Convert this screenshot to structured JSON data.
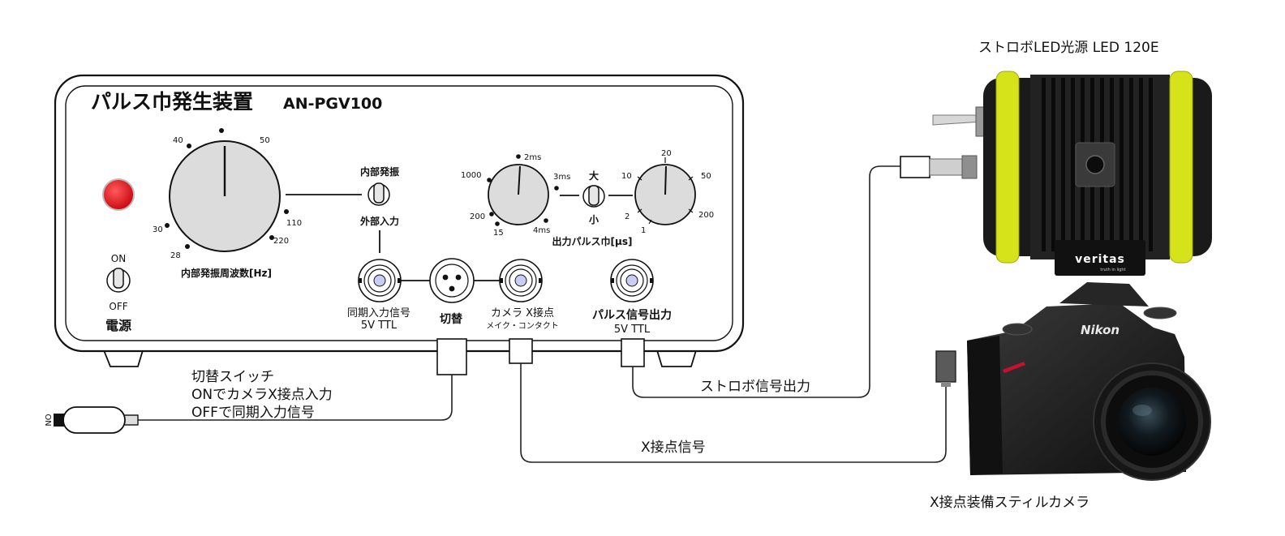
{
  "panel": {
    "title": "パルス巾発生装置",
    "model": "AN-PGV100",
    "power": {
      "on": "ON",
      "off": "OFF",
      "label": "電源"
    },
    "freq_dial": {
      "label": "内部発振周波数[Hz]",
      "ticks": [
        "28",
        "30",
        "40",
        "50",
        "110",
        "220"
      ]
    },
    "osc_switch": {
      "top": "内部発振",
      "bottom": "外部入力"
    },
    "range_dial": {
      "ticks": [
        "1000",
        "2ms",
        "3ms",
        "200",
        "15",
        "4ms"
      ]
    },
    "range_switch": {
      "top": "大",
      "bottom": "小"
    },
    "width_dial": {
      "ticks": [
        "20",
        "10",
        "50",
        "2",
        "1",
        "200"
      ],
      "label": "出力パルス巾[µs]"
    },
    "sync_in": {
      "line1": "同期入力信号",
      "line2": "5V TTL"
    },
    "selector": {
      "label": "切替"
    },
    "camera_x": {
      "line1": "カメラ X接点",
      "line2": "メイク・コンタクト"
    },
    "pulse_out": {
      "line1": "パルス信号出力",
      "line2": "5V TTL"
    }
  },
  "switch_note": {
    "line1": "切替スイッチ",
    "line2": "ONでカメラX接点入力",
    "line3": "OFFで同期入力信号",
    "remote_mark": "ON"
  },
  "strobe_label": "ストロボ信号出力",
  "x_signal_label": "X接点信号",
  "led": {
    "title": "ストロボLED光源 LED 120E",
    "brand": "veritas",
    "tagline": "truth in light"
  },
  "camera": {
    "caption": "X接点装備スティルカメラ",
    "brand": "Nikon"
  },
  "colors": {
    "led_ring": "#d6e21a",
    "power_lamp": "#e3121b",
    "bnc_core": "#c9cdf4"
  }
}
